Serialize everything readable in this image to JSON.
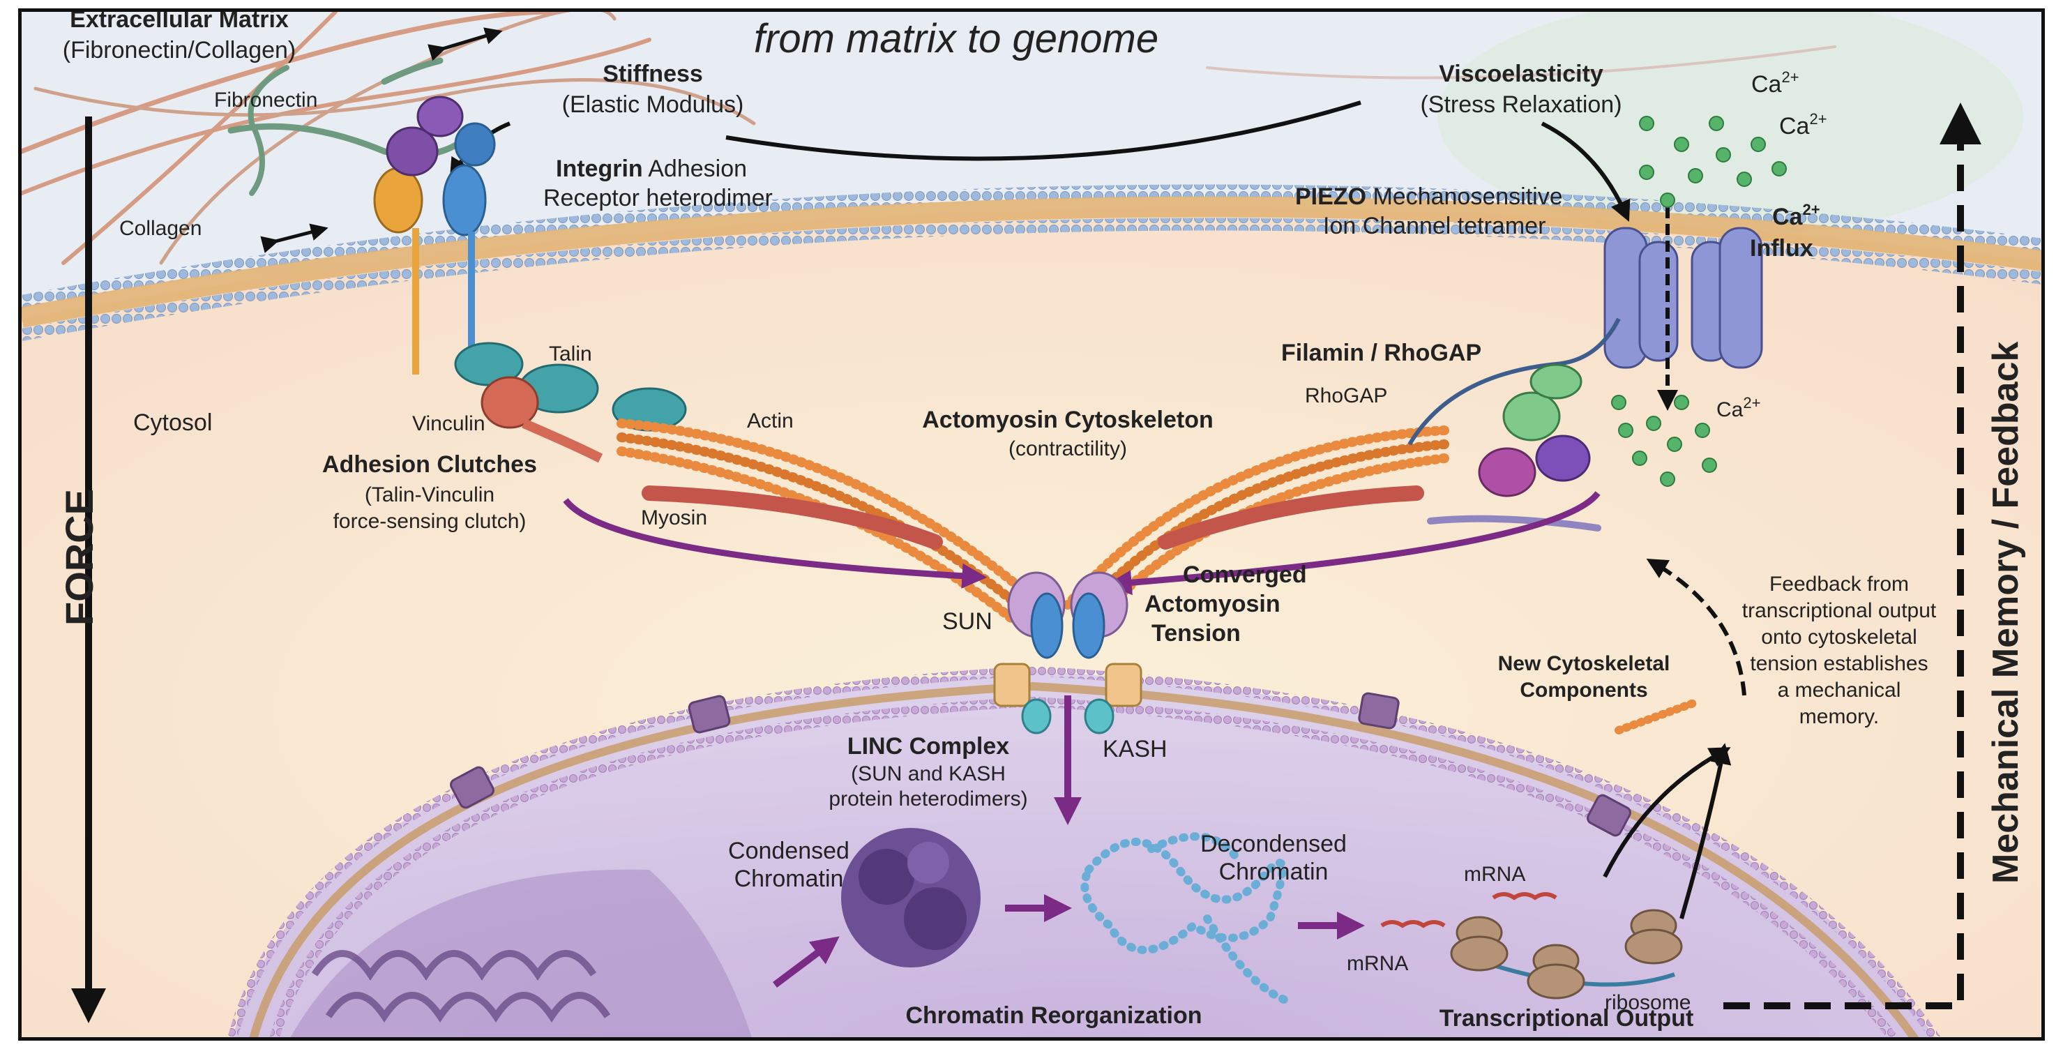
{
  "header": {
    "title": "from matrix to genome"
  },
  "ecm": {
    "title": "Extracellular Matrix",
    "subtitle": "(Fibronectin/Collagen)",
    "fibronectin": "Fibronectin",
    "collagen": "Collagen"
  },
  "stiffness": {
    "title": "Stiffness",
    "subtitle": "(Elastic Modulus)"
  },
  "viscoelasticity": {
    "title": "Viscoelasticity",
    "subtitle": "(Stress Relaxation)"
  },
  "integrin": {
    "name": "Integrin",
    "rest": " Adhesion",
    "line2": "Receptor heterodimer"
  },
  "piezo": {
    "name": "PIEZO",
    "rest": " Mechanosensitive",
    "line2": "Ion Channel tetramer"
  },
  "calcium": {
    "ion": "Ca",
    "charge": "2+",
    "influx": "Influx"
  },
  "labels": {
    "cytosol": "Cytosol",
    "talin": "Talin",
    "vinculin": "Vinculin",
    "actin": "Actin",
    "myosin": "Myosin",
    "rhogap": "RhoGAP",
    "filamin": "Filamin / RhoGAP",
    "sun": "SUN",
    "kash": "KASH",
    "mrna": "mRNA",
    "ribosome": "ribosome",
    "force": "FORCE",
    "memory": "Mechanical Memory / Feedback"
  },
  "clutches": {
    "title": "Adhesion Clutches",
    "line2": "(Talin-Vinculin",
    "line3": "force-sensing clutch)"
  },
  "actomyosin": {
    "title": "Actomyosin Cytoskeleton",
    "subtitle": "(contractility)"
  },
  "converged": {
    "line1": "Converged",
    "line2": "Actomyosin",
    "line3": "Tension"
  },
  "linc": {
    "title": "LINC Complex",
    "line2": "(SUN and KASH",
    "line3": "protein heterodimers)"
  },
  "chromatin": {
    "condensed1": "Condensed",
    "condensed2": "Chromatin",
    "decondensed1": "Decondensed",
    "decondensed2": "Chromatin",
    "reorg": "Chromatin Reorganization"
  },
  "transcription": {
    "title": "Transcriptional Output"
  },
  "newcomp": {
    "line1": "New Cytoskeletal",
    "line2": "Components"
  },
  "feedback": {
    "line1": "Feedback from",
    "line2": "transcriptional output",
    "line3": "onto cytoskeletal",
    "line4": "tension establishes",
    "line5": "a mechanical",
    "line6": "memory."
  }
}
